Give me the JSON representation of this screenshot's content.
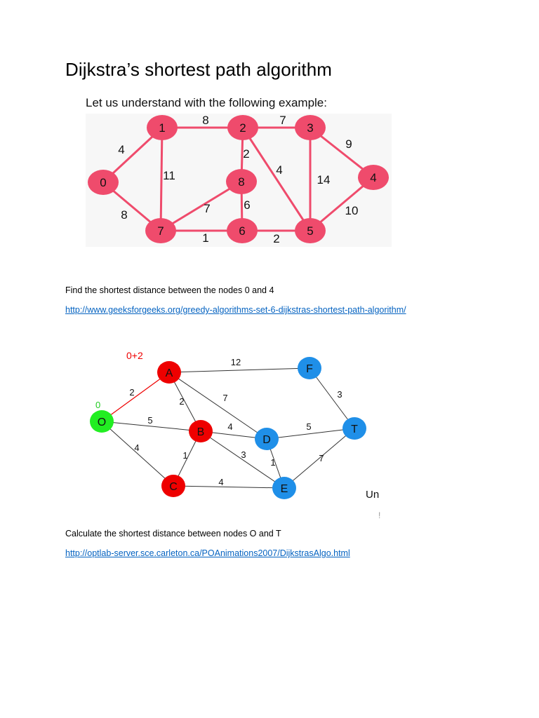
{
  "page": {
    "title": "Dijkstra’s shortest path algorithm",
    "question1": "Find the shortest distance between the nodes 0 and 4",
    "link1": "http://www.geeksforgeeks.org/greedy-algorithms-set-6-dijkstras-shortest-path-algorithm/",
    "question2": "Calculate the shortest distance between nodes O and T",
    "link2": "http://optlab-server.sce.carleton.ca/POAnimations2007/DijkstrasAlgo.html"
  },
  "graph1": {
    "caption": "Let us understand with the following example:",
    "node_color": "#ef4b6c",
    "edge_color": "#ef4b6c",
    "nodes": [
      "0",
      "1",
      "2",
      "3",
      "4",
      "5",
      "6",
      "7",
      "8"
    ],
    "edges": [
      {
        "from": "0",
        "to": "1",
        "weight": "4"
      },
      {
        "from": "0",
        "to": "7",
        "weight": "8"
      },
      {
        "from": "1",
        "to": "2",
        "weight": "8"
      },
      {
        "from": "1",
        "to": "7",
        "weight": "11"
      },
      {
        "from": "2",
        "to": "3",
        "weight": "7"
      },
      {
        "from": "2",
        "to": "8",
        "weight": "2"
      },
      {
        "from": "2",
        "to": "5",
        "weight": "4"
      },
      {
        "from": "3",
        "to": "4",
        "weight": "9"
      },
      {
        "from": "3",
        "to": "5",
        "weight": "14"
      },
      {
        "from": "4",
        "to": "5",
        "weight": "10"
      },
      {
        "from": "5",
        "to": "6",
        "weight": "2"
      },
      {
        "from": "6",
        "to": "7",
        "weight": "1"
      },
      {
        "from": "6",
        "to": "8",
        "weight": "6"
      },
      {
        "from": "7",
        "to": "8",
        "weight": "7"
      }
    ]
  },
  "graph2": {
    "annotations": {
      "a_label": "0+2",
      "o_label": "0",
      "cut_text1": "Un",
      "cut_text2": "!"
    },
    "colors": {
      "red": "#ee0000",
      "green": "#22ee22",
      "blue": "#1f8fe8",
      "red_edge": "#ee0000",
      "edge": "#333333"
    },
    "nodes": [
      {
        "id": "O",
        "color": "green"
      },
      {
        "id": "A",
        "color": "red"
      },
      {
        "id": "B",
        "color": "red"
      },
      {
        "id": "C",
        "color": "red"
      },
      {
        "id": "D",
        "color": "blue"
      },
      {
        "id": "E",
        "color": "blue"
      },
      {
        "id": "F",
        "color": "blue"
      },
      {
        "id": "T",
        "color": "blue"
      }
    ],
    "edges": [
      {
        "from": "O",
        "to": "A",
        "weight": "2",
        "highlight": true
      },
      {
        "from": "O",
        "to": "B",
        "weight": "5"
      },
      {
        "from": "O",
        "to": "C",
        "weight": "4"
      },
      {
        "from": "A",
        "to": "B",
        "weight": "2"
      },
      {
        "from": "A",
        "to": "D",
        "weight": "7"
      },
      {
        "from": "A",
        "to": "F",
        "weight": "12"
      },
      {
        "from": "B",
        "to": "C",
        "weight": "1"
      },
      {
        "from": "B",
        "to": "D",
        "weight": "4"
      },
      {
        "from": "B",
        "to": "E",
        "weight": "3"
      },
      {
        "from": "C",
        "to": "E",
        "weight": "4"
      },
      {
        "from": "D",
        "to": "E",
        "weight": "1"
      },
      {
        "from": "D",
        "to": "T",
        "weight": "5"
      },
      {
        "from": "E",
        "to": "T",
        "weight": "7"
      },
      {
        "from": "F",
        "to": "T",
        "weight": "3"
      }
    ]
  }
}
